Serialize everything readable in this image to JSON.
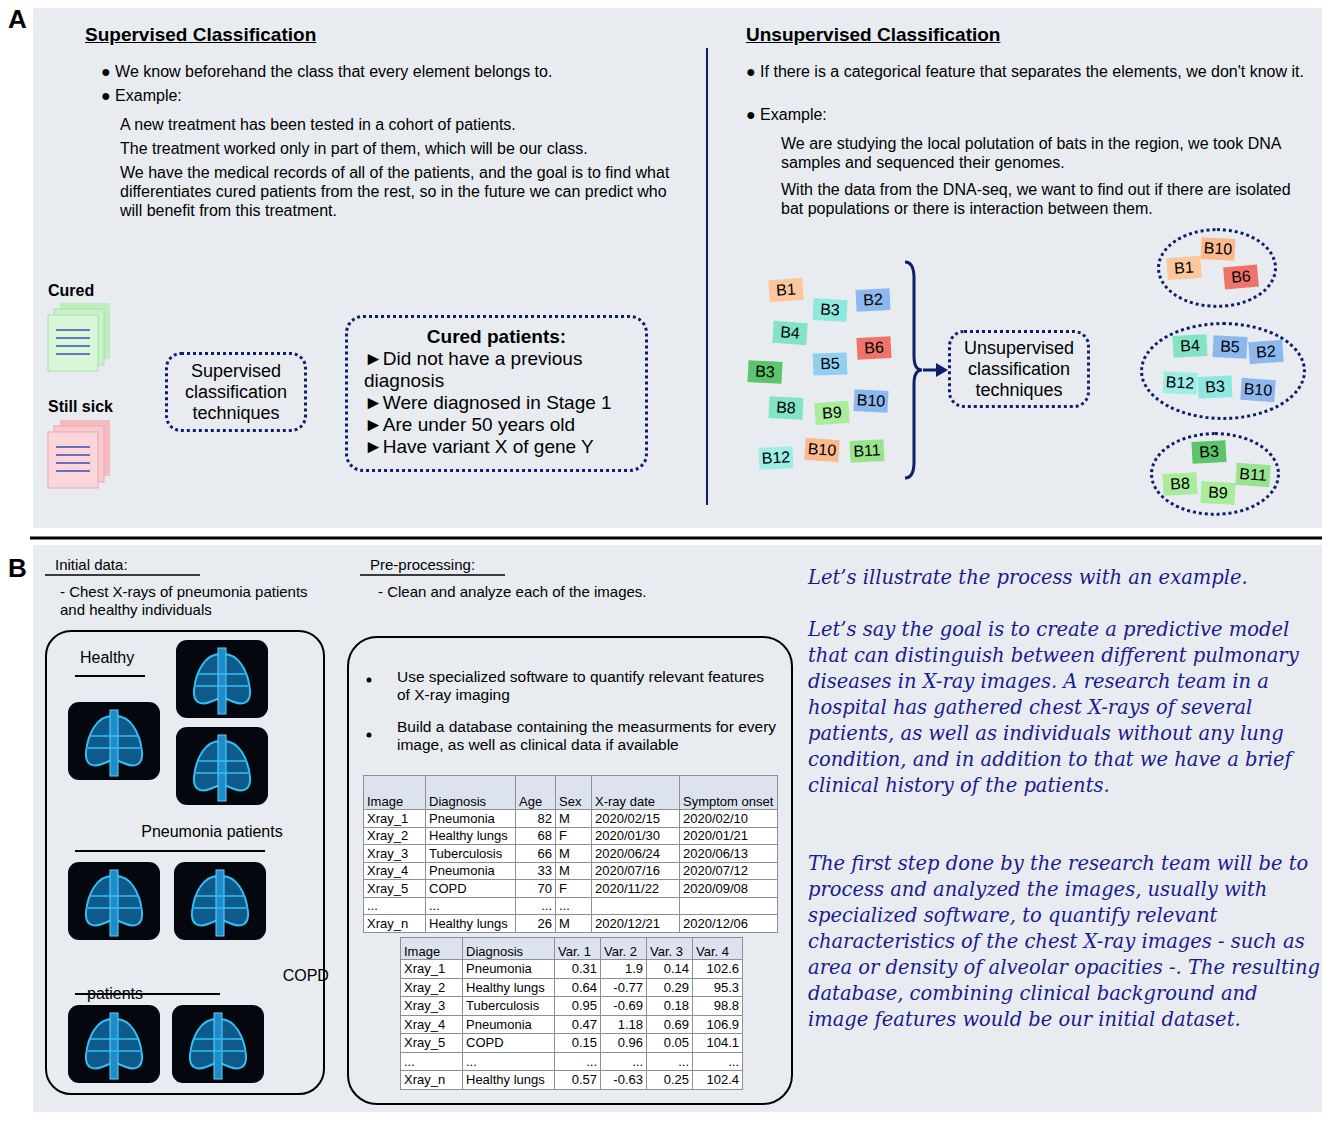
{
  "diagram": {
    "nodes": [
      {
        "text": [
          "Cured"
        ]
      },
      {
        "text": [
          "Still sick"
        ]
      },
      {
        "text": [
          "Supervised classification techniques"
        ]
      },
      {
        "text": [
          "Cured patients:",
          "►Did not have a previous diagnosis",
          "►Were diagnosed in Stage 1",
          "►Are under 50 years old",
          "►Have variant X of gene Y"
        ]
      },
      {
        "text": [
          "B1"
        ]
      },
      {
        "text": [
          "B3"
        ]
      },
      {
        "text": [
          "B2"
        ]
      },
      {
        "text": [
          "B4"
        ]
      },
      {
        "text": [
          "B6"
        ]
      },
      {
        "text": [
          "B3"
        ]
      },
      {
        "text": [
          "B5"
        ]
      },
      {
        "text": [
          "B8"
        ]
      },
      {
        "text": [
          "B9"
        ]
      },
      {
        "text": [
          "B10"
        ]
      },
      {
        "text": [
          "B12"
        ]
      },
      {
        "text": [
          "B10"
        ]
      },
      {
        "text": [
          "B11"
        ]
      },
      {
        "text": [
          "Unsupervised classification techniques"
        ]
      },
      {
        "text": []
      },
      {
        "text": [
          "B1"
        ],
        "in": 18
      },
      {
        "text": [
          "B10"
        ],
        "in": 18
      },
      {
        "text": [
          "B6"
        ],
        "in": 18
      },
      {
        "text": []
      },
      {
        "text": [
          "B4"
        ],
        "in": 22
      },
      {
        "text": [
          "B5"
        ],
        "in": 22
      },
      {
        "text": [
          "B2"
        ],
        "in": 22
      },
      {
        "text": [
          "B12"
        ],
        "in": 22
      },
      {
        "text": [
          "B3"
        ],
        "in": 22
      },
      {
        "text": [
          "B10"
        ],
        "in": 22
      },
      {
        "text": []
      },
      {
        "text": [
          "B3"
        ],
        "in": 29
      },
      {
        "text": [
          "B11"
        ],
        "in": 29
      },
      {
        "text": [
          "B8"
        ],
        "in": 29
      },
      {
        "text": [
          "B9"
        ],
        "in": 29
      },
      {
        "text": [
          "Healthy",
          "Pneumonia patients",
          "COPD patients"
        ]
      },
      {
        "text": [
          "Use specialized software to quantify relevant features of X-ray imaging",
          "Build a database containing the measurments for every image, as well as clinical data if available"
        ]
      }
    ],
    "edges": [
      {
        "from": 0,
        "to": 2,
        "arrow": "to"
      },
      {
        "from": 1,
        "to": 2,
        "arrow": "to"
      },
      {
        "from": 2,
        "to": 3,
        "arrow": "to"
      },
      {
        "from": 17,
        "to": 18,
        "arrow": "to"
      },
      {
        "from": 17,
        "to": 22,
        "arrow": "to"
      },
      {
        "from": 17,
        "to": 29,
        "arrow": "to"
      }
    ],
    "labels": [
      "A",
      "Supervised Classification",
      "● We know beforehand the class that every element belongs to.",
      "● Example:",
      "A new treatment has been tested in a cohort of patients.",
      "The treatment worked only in part of them, which will be our class.",
      "We have the medical records of all of the patients, and the goal is to find what differentiates cured patients from the rest, so in the future we can predict who will benefit from this treatment.",
      "Unsupervised Classification",
      "● If there is a categorical feature that separates the elements, we don't know it.",
      "● Example:",
      "We are studying the local polutation of bats in the region, we took DNA samples and sequenced their genomes.",
      "With the data from the DNA-seq, we want to find out if there are isolated bat populations or there is interaction between them.",
      "B",
      "Initial data:",
      "- Chest X-rays of pneumonia patients and healthy individuals",
      "Pre-processing:",
      "- Clean and analyze each of the images.",
      "Let’s illustrate the process with an example.",
      "Let’s say the goal is to create a predictive model that can distinguish between different pulmonary diseases in X-ray images. A research team in a hospital has gathered chest X-rays of several patients, as well as individuals without any lung condition, and in addition to that we have a brief clinical history of the patients.",
      "The first step done by the research team will be to process and analyzed the images, usually with specialized software, to quantify relevant characteristics of the chest X-ray images - such as area or density of alveolar opacities -. The resulting database, combining clinical background and image features would be our initial dataset.",
      "Image",
      "Diagnosis",
      "Age",
      "Sex",
      "X-ray date",
      "Symptom onset",
      "Xray_1",
      "Pneumonia",
      "82",
      "M",
      "2020/02/15",
      "2020/02/10",
      "Xray_2",
      "Healthy lungs",
      "68",
      "F",
      "2020/01/30",
      "2020/01/21",
      "Xray_3",
      "Tuberculosis",
      "66",
      "M",
      "2020/06/24",
      "2020/06/13",
      "Xray_4",
      "Pneumonia",
      "33",
      "M",
      "2020/07/16",
      "2020/07/12",
      "Xray_5",
      "COPD",
      "70",
      "F",
      "2020/11/22",
      "2020/09/08",
      "...",
      "...",
      "...",
      "...",
      "Xray_n",
      "Healthy lungs",
      "26",
      "M",
      "2020/12/21",
      "2020/12/06",
      "Image",
      "Diagnosis",
      "Var. 1",
      "Var. 2",
      "Var. 3",
      "Var. 4",
      "Xray_1",
      "Pneumonia",
      "0.31",
      "1.9",
      "0.14",
      "102.6",
      "Xray_2",
      "Healthy lungs",
      "0.64",
      "-0.77",
      "0.29",
      "95.3",
      "Xray_3",
      "Tuberculosis",
      "0.95",
      "-0.69",
      "0.18",
      "98.8",
      "Xray_4",
      "Pneumonia",
      "0.47",
      "1.18",
      "0.69",
      "106.9",
      "Xray_5",
      "COPD",
      "0.15",
      "0.96",
      "0.05",
      "104.1",
      "...",
      "...",
      "...",
      "...",
      "...",
      "...",
      "Xray_n",
      "Healthy lungs",
      "0.57",
      "-0.63",
      "0.25",
      "102.4"
    ]
  }
}
